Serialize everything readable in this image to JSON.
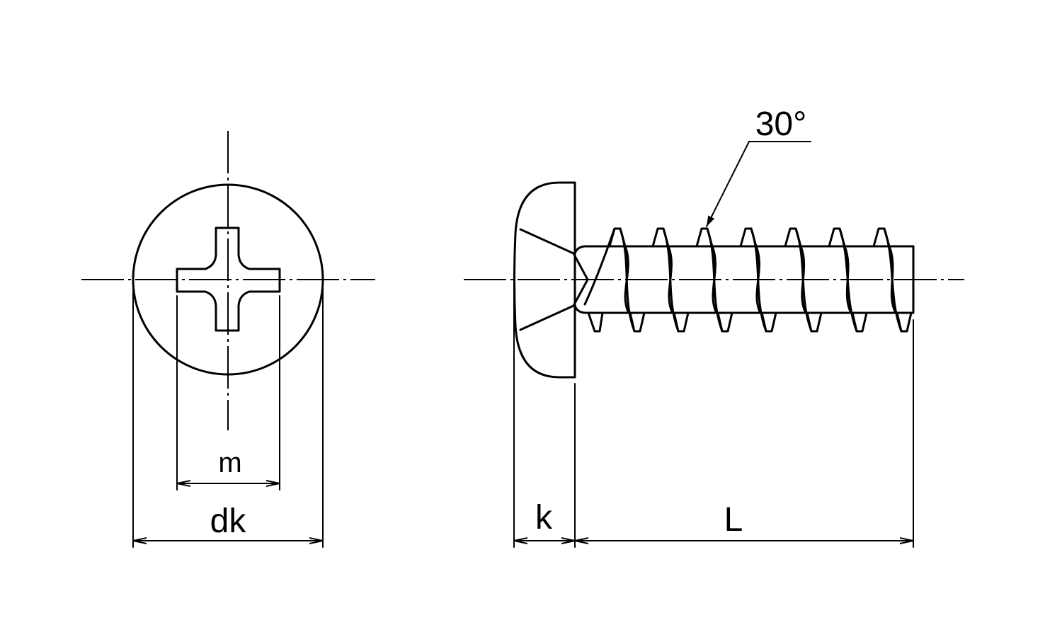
{
  "labels": {
    "m": "m",
    "dk": "dk",
    "k": "k",
    "L": "L",
    "angle": "30°"
  }
}
